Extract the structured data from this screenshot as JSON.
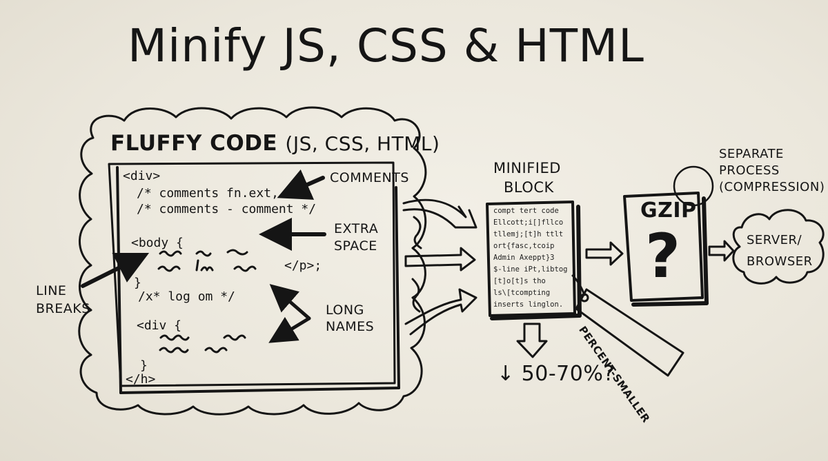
{
  "title": "Minify JS, CSS & HTML",
  "fluffy_code": {
    "heading": "FLUFFY CODE",
    "subheading": "(JS, CSS, HTML)",
    "lines": [
      "<div>",
      "/* comments fn.ext,",
      "/* comments - comment */",
      "<body {",
      "</p>;",
      "}",
      "/x* log om */",
      "<div {",
      "}",
      "</h>"
    ]
  },
  "annotations": {
    "comments": "COMMENTS",
    "extra_space_1": "EXTRA",
    "extra_space_2": "SPACE",
    "line_breaks_1": "LINE",
    "line_breaks_2": "BREAKS",
    "long_names_1": "LONG",
    "long_names_2": "NAMES"
  },
  "minified": {
    "heading_1": "MINIFIED",
    "heading_2": "BLOCK",
    "lines": [
      "compt tert code",
      "Ellcott;i[]fllco",
      "tllemj;[t]h ttlt",
      "ort{fasc,tcoip",
      "Admin Axeppt}3",
      "$-line iPt,libtog",
      "[t]o[t]s tho",
      "ls\\[tcompting",
      "inserts linglon."
    ],
    "tag": "PERCENT-SMALLER",
    "reduction": "↓ 50-70%?"
  },
  "gzip": {
    "label": "GZIP",
    "question": "?",
    "note_1": "SEPARATE",
    "note_2": "PROCESS",
    "note_3": "(COMPRESSION)"
  },
  "destination": {
    "line_1": "SERVER/",
    "line_2": "BROWSER"
  }
}
